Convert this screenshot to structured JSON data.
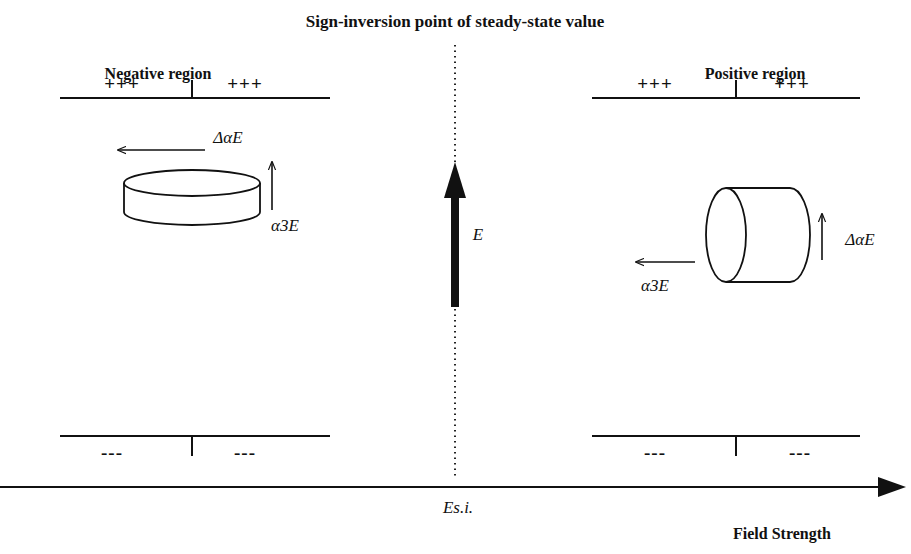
{
  "diagram": {
    "title": "Sign-inversion point of steady-state value",
    "labels": [
      "Negative region",
      "Positive region",
      "+++",
      "+++",
      "---",
      "---",
      "ΔαE",
      "α3E",
      "E",
      "+++",
      "+++",
      "---",
      "---",
      "ΔαE",
      "α3E",
      "Es.i.",
      "Field Strength"
    ]
  }
}
